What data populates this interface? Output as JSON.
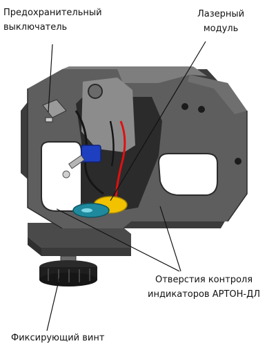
{
  "labels": {
    "fuse_switch": [
      "Предохранительный",
      "выключатель"
    ],
    "laser_module": [
      "Лазерный",
      "модуль"
    ],
    "control_holes": [
      "Отверстия контроля",
      "индикаторов АРТОН-ДЛ"
    ],
    "fixing_screw": "Фиксирующий винт"
  },
  "colors": {
    "housing": "#5a5a5a",
    "housing_light": "#8a8a8a",
    "housing_dark": "#3c3c3c",
    "switch_blue": "#1e3fbf",
    "laser_yellow": "#f2c200",
    "indicator_teal": "#1f8a9e",
    "wire_red": "#e01010",
    "wire_black": "#151515",
    "leader_line": "#111111"
  }
}
